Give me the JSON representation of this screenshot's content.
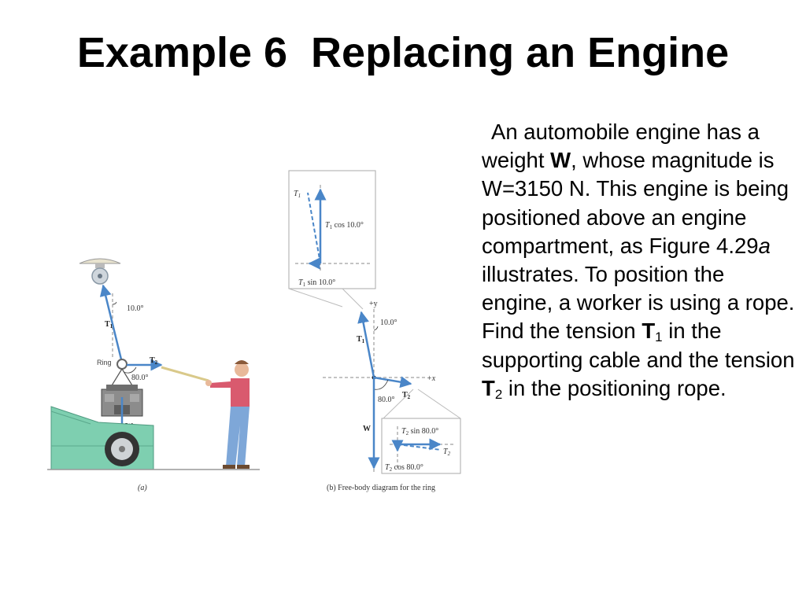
{
  "title": "Example 6  Replacing an Engine",
  "problem": {
    "p1": "An automobile engine has a weight ",
    "W_bold": "W",
    "p2": ", whose magnitude is W=3150 N. This engine is being positioned above an engine compartment, as Figure 4.29",
    "fig_italic": "a",
    "p3": " illustrates. To position the engine, a worker is using a rope. Find the tension ",
    "T": "T",
    "sub1": "1",
    "p4": " in the supporting cable and the tension ",
    "sub2": "2",
    "p5": " in the positioning rope."
  },
  "figure_a": {
    "ring_label": "Ring",
    "angle_cable": "10.0°",
    "angle_rope": "80.0°",
    "T1": "T",
    "T1_sub": "1",
    "T2": "T",
    "T2_sub": "2",
    "W": "W",
    "caption": "(a)"
  },
  "figure_b": {
    "plus_y": "+y",
    "plus_x": "+x",
    "angle_T1": "10.0°",
    "angle_T2": "80.0°",
    "T1": "T",
    "T1_sub": "1",
    "T2": "T",
    "T2_sub": "2",
    "W": "W",
    "caption": "(b)  Free-body diagram for the ring",
    "inset1": {
      "T1": "T",
      "T1_sub": "1",
      "cos_label": " cos 10.0°",
      "sin_label": " sin 10.0°"
    },
    "inset2": {
      "sin_label": " sin 80.0°",
      "cos_label": " cos 80.0°",
      "T2": "T",
      "T2_sub": "2"
    }
  },
  "colors": {
    "vector_blue": "#4a86c8",
    "car_green": "#7ecfb0",
    "shirt_red": "#d95a6e",
    "jeans_blue": "#7ea7d8",
    "rope_tan": "#d9c98a",
    "dash_gray": "#888888"
  }
}
